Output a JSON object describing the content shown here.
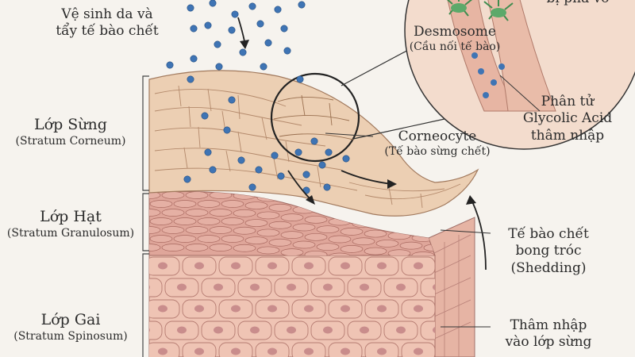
{
  "labels": {
    "cleanse": [
      "Vệ sinh da và",
      "tẩy tế bào chết"
    ],
    "broken": "bị phá vỡ",
    "desmosome": {
      "name": "Desmosome",
      "desc": "(Cầu nối tế bào)"
    },
    "glycolic": [
      "Phân tử",
      "Glycolic Acid",
      "thâm nhập"
    ],
    "corneocyte": {
      "name": "Corneocyte",
      "desc": "(Tế bào sừng chết)"
    },
    "shedding": [
      "Tế bào chết",
      "bong tróc",
      "(Shedding)"
    ],
    "penetrate": [
      "Thâm nhập",
      "vào lớp sừng"
    ]
  },
  "layers": [
    {
      "name": "Lớp Sừng",
      "latin": "(Stratum Corneum)"
    },
    {
      "name": "Lớp Hạt",
      "latin": "(Stratum Granulosum)"
    },
    {
      "name": "Lớp Gai",
      "latin": "(Stratum Spinosum)"
    }
  ],
  "colors": {
    "background": "#f6f3ee",
    "corneum": "#eccfb3",
    "granulosum": "#dfa69a",
    "spinosum": "#efc4b4",
    "nucleus": "#c98d8c",
    "molecule": "#3f74b4",
    "desmosome": "#5ca96a",
    "line": "#333333"
  }
}
